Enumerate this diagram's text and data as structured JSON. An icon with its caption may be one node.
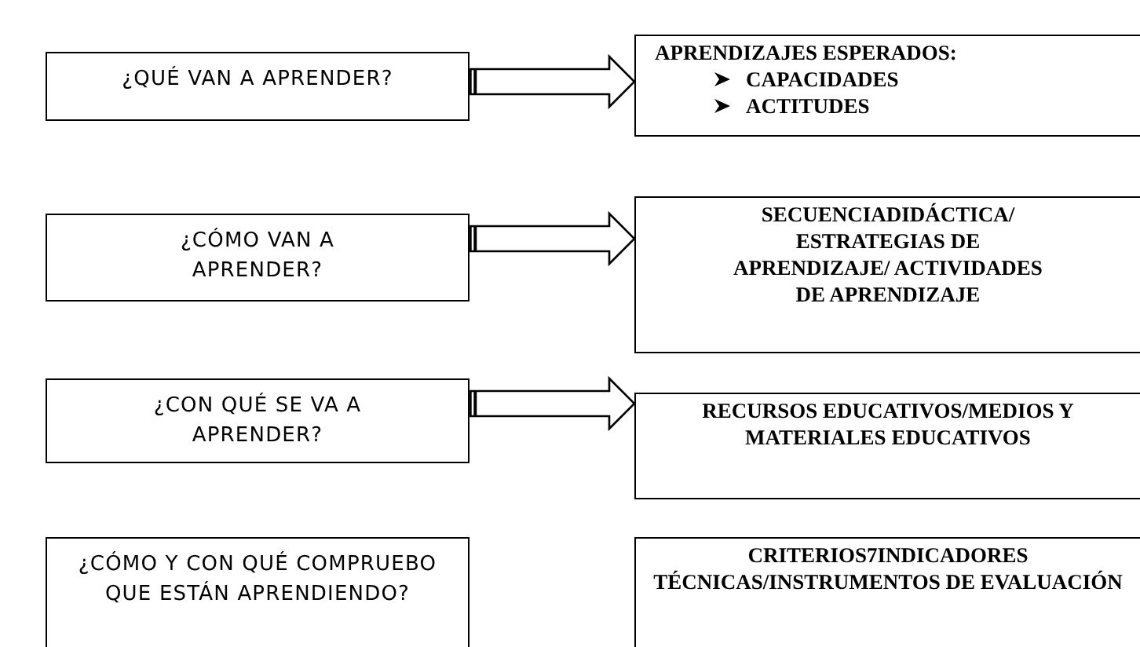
{
  "diagram": {
    "nodes": [
      {
        "text": [
          "¿QUÉ VAN A APRENDER?"
        ]
      },
      {
        "text": [
          "APRENDIZAJES ESPERADOS:",
          "CAPACIDADES",
          "ACTITUDES"
        ]
      },
      {
        "text": [
          "¿CÓMO VAN A APRENDER?"
        ]
      },
      {
        "text": [
          "SECUENCIADIDÁCTICA/ ESTRATEGIAS DE APRENDIZAJE/ ACTIVIDADES DE APRENDIZAJE"
        ]
      },
      {
        "text": [
          "¿CON QUÉ SE VA A APRENDER?"
        ]
      },
      {
        "text": [
          "RECURSOS EDUCATIVOS/MEDIOS Y MATERIALES EDUCATIVOS"
        ]
      },
      {
        "text": [
          "¿CÓMO Y CON QUÉ COMPRUEBO QUE ESTÁN APRENDIENDO?"
        ]
      },
      {
        "text": [
          "CRITERIOS7INDICADORES TÉCNICAS/INSTRUMENTOS DE EVALUACIÓN"
        ]
      }
    ],
    "edges": [
      {
        "from": 0,
        "to": 1,
        "arrow": "to",
        "style": "thick"
      },
      {
        "from": 2,
        "to": 3,
        "arrow": "to",
        "style": "thick"
      },
      {
        "from": 4,
        "to": 5,
        "arrow": "to",
        "style": "thick"
      }
    ]
  }
}
